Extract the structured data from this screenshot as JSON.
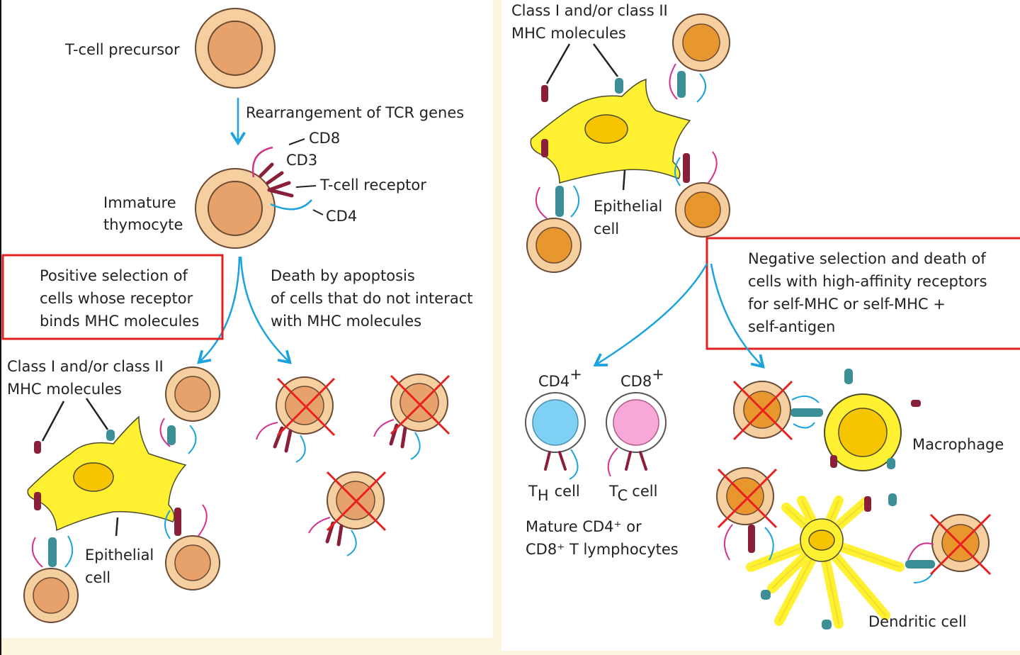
{
  "labels": {
    "t_cell_precursor": "T-cell precursor",
    "rearrangement": "Rearrangement of TCR genes",
    "cd8": "CD8",
    "cd3": "CD3",
    "t_cell_receptor": "T-cell receptor",
    "cd4": "CD4",
    "immature_line1": "Immature",
    "immature_line2": "thymocyte",
    "positive_line1": "Positive selection of",
    "positive_line2": "cells whose receptor",
    "positive_line3": "binds MHC molecules",
    "death_line1": "Death by apoptosis",
    "death_line2": "of cells that do not interact",
    "death_line3": "with MHC molecules",
    "mhc_left_line1": "Class I and/or class II",
    "mhc_left_line2": "MHC molecules",
    "epithelial_left_line1": "Epithelial",
    "epithelial_left_line2": "cell",
    "mhc_right_line1": "Class I and/or class II",
    "mhc_right_line2": "MHC molecules",
    "epithelial_right_line1": "Epithelial",
    "epithelial_right_line2": "cell",
    "negative_line1": "Negative selection and death of",
    "negative_line2": "cells with high-affinity receptors",
    "negative_line3": "for self-MHC or self-MHC +",
    "negative_line4": "self-antigen",
    "cd4_plus_base": "CD4",
    "cd8_plus_base": "CD8",
    "plus_sign": "+",
    "th_base": "T",
    "th_sub": "H",
    "cell_word": "cell",
    "tc_base": "T",
    "tc_sub": "C",
    "mature_line1": "Mature CD4⁺ or",
    "mature_line2": "CD8⁺ T lymphocytes",
    "macrophage": "Macrophage",
    "dendritic": "Dendritic cell"
  },
  "colors": {
    "background": "#fdf6df",
    "panel": "#ffffff",
    "cell_outer": "#f6cfa0",
    "cell_inner": "#e7a26c",
    "orange_inner": "#e8962e",
    "epithelial": "#fff031",
    "nucleus": "#f6c400",
    "arrow": "#1aa3dd",
    "highlight_box": "#e02020",
    "x_mark": "#e82020",
    "cd8_magenta": "#d6328a",
    "receptor": "#8a1f3a",
    "mhc_teal": "#3c8f96",
    "th_cell": "#7fd0f5",
    "tc_cell": "#f7a8d6"
  }
}
